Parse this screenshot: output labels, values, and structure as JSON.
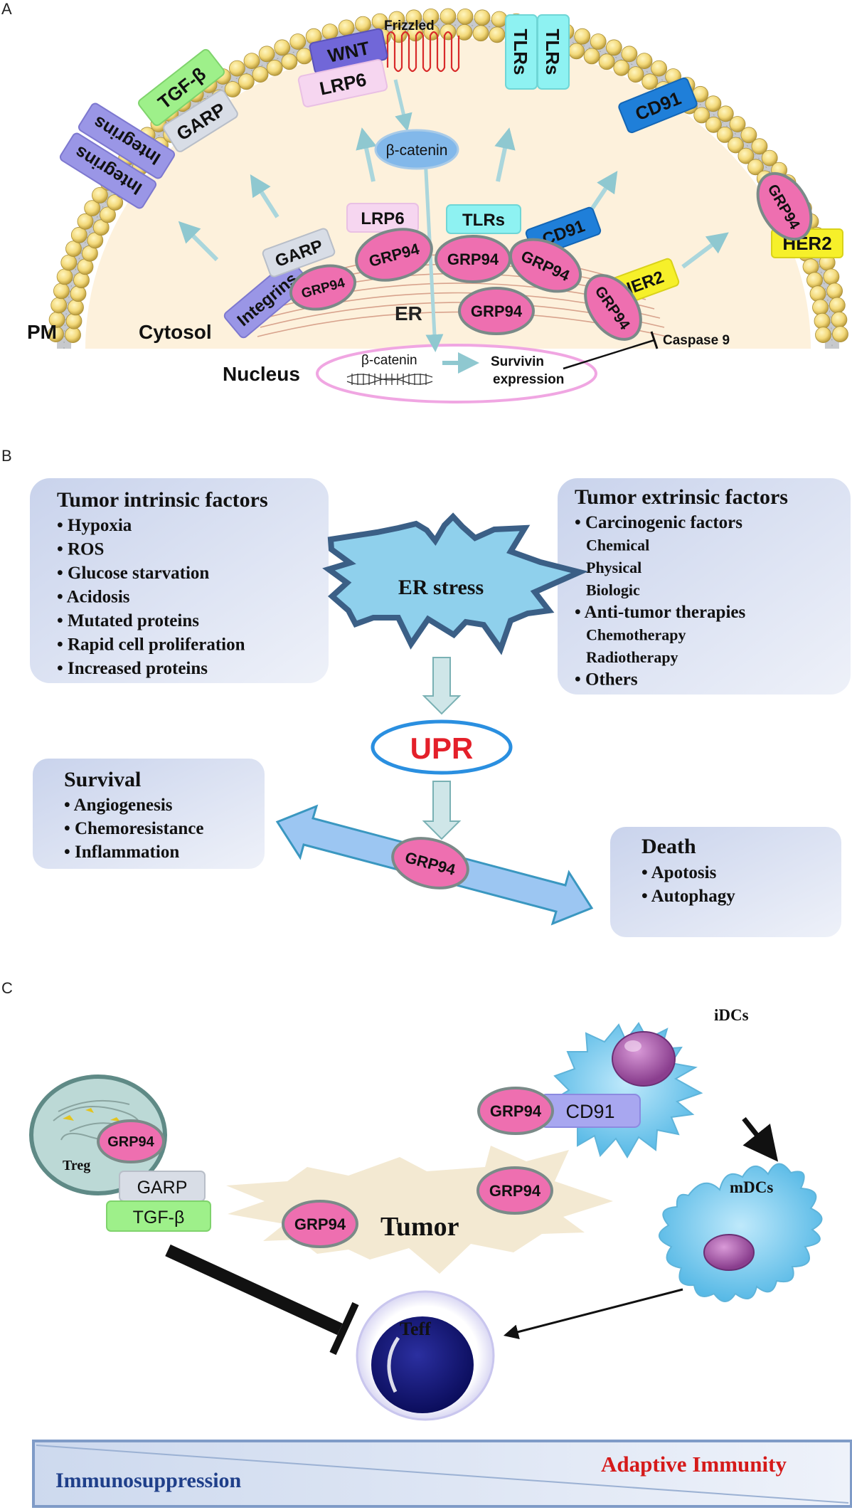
{
  "panels": {
    "a": {
      "label": "A",
      "pm": "PM",
      "cytosol": "Cytosol",
      "nucleus": "Nucleus",
      "er": "ER",
      "frizzled": "Frizzled",
      "wnt": "WNT",
      "lrp6_surface": "LRP6",
      "tgfb": "TGF-β",
      "garp_surface": "GARP",
      "integrins_top": "Integrins",
      "integrins_bottom": "Integrins",
      "tlrs_1": "TLRs",
      "tlrs_2": "TLRs",
      "cd91_surface": "CD91",
      "grp94_surface": "GRP94",
      "her2_surface": "HER2",
      "beta_catenin_cyto": "β-catenin",
      "garp_er": "GARP",
      "lrp6_er": "LRP6",
      "tlrs_er": "TLRs",
      "cd91_er": "CD91",
      "her2_er": "HER2",
      "integrins_er": "Integrins",
      "grp94": "GRP94",
      "beta_catenin_nuc": "β-catenin",
      "survivin_1": "Survivin",
      "survivin_2": "expression",
      "caspase": "Caspase 9"
    },
    "b": {
      "label": "B",
      "intrinsic_title": "Tumor intrinsic factors",
      "intrinsic_items": [
        "Hypoxia",
        "ROS",
        "Glucose starvation",
        "Acidosis",
        "Mutated proteins",
        "Rapid cell proliferation",
        "Increased proteins"
      ],
      "extrinsic_title": "Tumor extrinsic factors",
      "extrinsic_lines": [
        {
          "text": "Carcinogenic factors",
          "bullet": true
        },
        {
          "text": "Chemical",
          "bullet": false
        },
        {
          "text": "Physical",
          "bullet": false
        },
        {
          "text": "Biologic",
          "bullet": false
        },
        {
          "text": "Anti-tumor therapies",
          "bullet": true
        },
        {
          "text": "Chemotherapy",
          "bullet": false
        },
        {
          "text": "Radiotherapy",
          "bullet": false
        },
        {
          "text": "Others",
          "bullet": true
        }
      ],
      "er_stress": "ER stress",
      "upr": "UPR",
      "survival_title": "Survival",
      "survival_items": [
        "Angiogenesis",
        "Chemoresistance",
        "Inflammation"
      ],
      "death_title": "Death",
      "death_items": [
        "Apotosis",
        "Autophagy"
      ],
      "grp94": "GRP94"
    },
    "c": {
      "label": "C",
      "idcs": "iDCs",
      "mdcs": "mDCs",
      "cd91": "CD91",
      "grp94": "GRP94",
      "treg": "Treg",
      "garp": "GARP",
      "tgfb": "TGF-β",
      "tumor": "Tumor",
      "teff": "Teff",
      "immunosuppression": "Immunosuppression",
      "adaptive": "Adaptive Immunity"
    }
  },
  "colors": {
    "grp94": "#ee6fb0",
    "integrins": "#9a96e6",
    "tgfb": "#9ef08a",
    "garp": "#d8dde6",
    "wnt": "#7167d8",
    "lrp6": "#f6d6f0",
    "tlrs": "#8ef2f2",
    "cd91": "#1f7fd9",
    "her2": "#f6f02a",
    "upr_red": "#e4202a",
    "adaptive_red": "#d51a1a",
    "immuno_blue": "#1f3f8a"
  }
}
